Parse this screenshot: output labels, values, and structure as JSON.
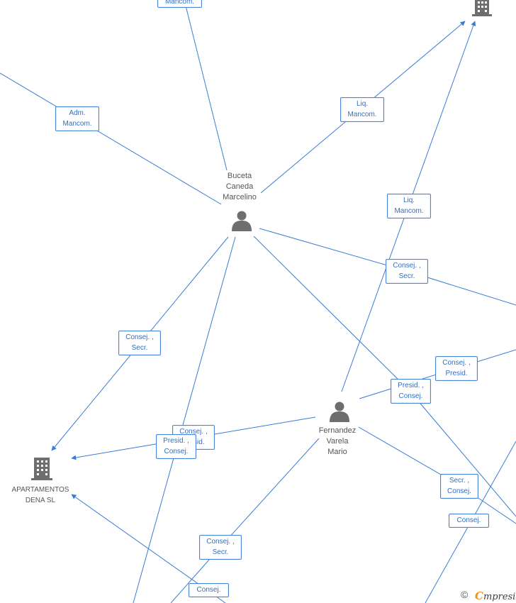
{
  "nodes": {
    "buceta": {
      "name": "Buceta\nCaneda\nMarcelino",
      "icon": "person-icon"
    },
    "fernandez": {
      "name": "Fernandez\nVarela\nMario",
      "icon": "person-icon"
    },
    "apartamentos": {
      "name": "APARTAMENTOS\nDENA SL",
      "icon": "building-icon"
    },
    "top_right_company": {
      "icon": "building-icon"
    }
  },
  "labels": {
    "top_mancom": "Mancom.",
    "adm_mancom": "Adm.\nMancom.",
    "liq_mancom_top": "Liq.\nMancom.",
    "liq_mancom_mid": "Liq.\nMancom.",
    "consej_secr_right": "Consej. ,\nSecr.",
    "consej_secr_left": "Consej. ,\nSecr.",
    "consej_presid_right": "Consej. ,\nPresid.",
    "presid_consej_mid": "Presid. ,\nConsej.",
    "consej_presid_back": "Consej. ,\nPresid.",
    "presid_consej_front": "Presid. ,\nConsej.",
    "secr_consej": "Secr. ,\nConsej.",
    "consej_right": "Consej.",
    "consej_secr_bottom": "Consej. ,\nSecr.",
    "consej_bottom": "Consej."
  },
  "footer": {
    "copyright": "©",
    "brand_initial": "C",
    "brand_rest": "mpresia"
  },
  "colors": {
    "edge": "#3a7bd5",
    "label_border": "#4a86d8",
    "label_text": "#2f6fc6",
    "icon": "#6e6e6e"
  }
}
